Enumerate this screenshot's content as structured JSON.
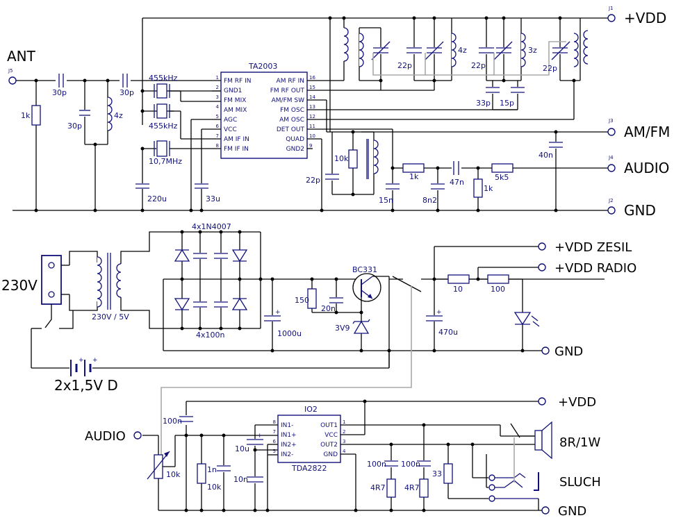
{
  "ports": {
    "j1": {
      "ref": "J1",
      "label": "+VDD"
    },
    "j3": {
      "ref": "J3",
      "label": "AM/FM"
    },
    "j4": {
      "ref": "J4",
      "label": "AUDIO"
    },
    "j2": {
      "ref": "J2",
      "label": "GND"
    },
    "j5": {
      "ref": "J5",
      "label": "ANT"
    },
    "vdd_zesil": "+VDD ZESIL",
    "vdd_radio": "+VDD RADIO",
    "gnd_psu": "GND",
    "vdd_amp": "+VDD",
    "audio_in": "AUDIO",
    "speaker": "8R/1W",
    "sluch": "SLUCH",
    "gnd_amp": "GND",
    "mains": "230V",
    "battery": "2x1,5V  D"
  },
  "ic_ta2003": {
    "name": "TA2003",
    "left_pins": [
      {
        "num": "1",
        "name": "FM  RF  IN"
      },
      {
        "num": "2",
        "name": "GND1"
      },
      {
        "num": "3",
        "name": "FM  MIX"
      },
      {
        "num": "4",
        "name": "AM  MIX"
      },
      {
        "num": "5",
        "name": "AGC"
      },
      {
        "num": "6",
        "name": "VCC"
      },
      {
        "num": "7",
        "name": "AM  IF  IN"
      },
      {
        "num": "8",
        "name": "FM  IF  IN"
      }
    ],
    "right_pins": [
      {
        "num": "16",
        "name": "AM  RF  IN"
      },
      {
        "num": "15",
        "name": "FM  RF  OUT"
      },
      {
        "num": "14",
        "name": "AM/FM  SW"
      },
      {
        "num": "13",
        "name": "FM  OSC"
      },
      {
        "num": "12",
        "name": "AM  OSC"
      },
      {
        "num": "11",
        "name": "DET  OUT"
      },
      {
        "num": "10",
        "name": "QUAD"
      },
      {
        "num": "9",
        "name": "GND2"
      }
    ]
  },
  "ic_tda2822": {
    "ref": "IO2",
    "name": "TDA2822",
    "left_pins": [
      {
        "num": "8",
        "name": "IN1-"
      },
      {
        "num": "7",
        "name": "IN1+"
      },
      {
        "num": "6",
        "name": "IN2+"
      },
      {
        "num": "5",
        "name": "IN2-"
      }
    ],
    "right_pins": [
      {
        "num": "1",
        "name": "OUT1"
      },
      {
        "num": "2",
        "name": "VCC"
      },
      {
        "num": "3",
        "name": "OUT2"
      },
      {
        "num": "4",
        "name": "GND"
      }
    ]
  },
  "labels": {
    "c_30p_a": "30p",
    "r_1k_ant": "1k",
    "c_30p_b": "30p",
    "l_4z_a": "4z",
    "c_30p_c": "30p",
    "f_455_a": "455kHz",
    "f_455_b": "455kHz",
    "f_107": "10,7MHz",
    "c_220u": "220u",
    "c_33u": "33u",
    "c_22p_a": "22p",
    "l_4z_b": "4z",
    "c_22p_b": "22p",
    "l_3z": "3z",
    "c_22p_c": "22p",
    "c_33p": "33p",
    "c_15p": "15p",
    "r_10k_q": "10k",
    "c_22p_q": "22p",
    "r_1k_a": "1k",
    "c_15n": "15n",
    "c_8n2": "8n2",
    "c_47n": "47n",
    "r_1k_b": "1k",
    "r_5k5": "5k5",
    "c_40n": "40n",
    "bridge": "4x1N4007",
    "bridge_c": "4x100n",
    "transformer": "230V / 5V",
    "c_1000u": "1000u",
    "r_150": "150",
    "c_20n": "20n",
    "transistor": "BC331",
    "zener": "3V9",
    "c_470u": "470u",
    "r_10": "10",
    "r_100": "100",
    "c_100n_in": "100n",
    "pot_10k": "10k",
    "r_10k_in": "10k",
    "c_1n": "1n",
    "c_10u": "10u",
    "c_10n": "10n",
    "c_100n_o1": "100n",
    "r_4r7_a": "4R7",
    "c_100n_o2": "100n",
    "r_4r7_b": "4R7",
    "r_33": "33"
  }
}
